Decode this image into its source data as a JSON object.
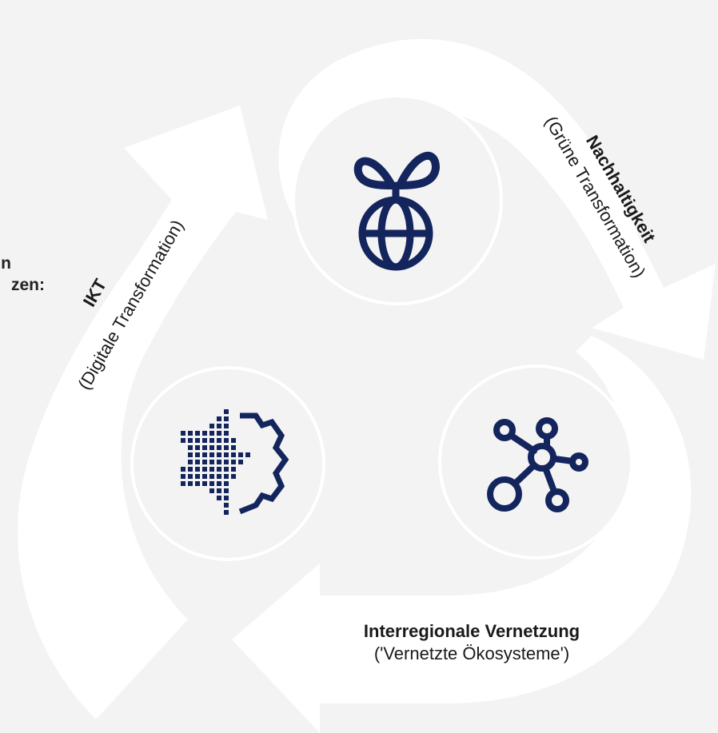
{
  "left_partial_text": [
    "n",
    "zen:"
  ],
  "segments": {
    "ikt": {
      "title": "IKT",
      "subtitle": "(Digitale Transformation)"
    },
    "nachhaltigkeit": {
      "title": "Nachhaltigkeit",
      "subtitle": "(Grüne Transformation)"
    },
    "vernetzung": {
      "title": "Interregionale Vernetzung",
      "subtitle": "('Vernetzte Ökosysteme')"
    }
  },
  "icons": {
    "top": "plant-globe-icon",
    "left": "digital-gear-icon",
    "right": "network-nodes-icon"
  },
  "colors": {
    "background": "#f3f3f4",
    "arrow_fill": "#ffffff",
    "icon_color": "#13255c",
    "text": "#1a1a1a"
  }
}
